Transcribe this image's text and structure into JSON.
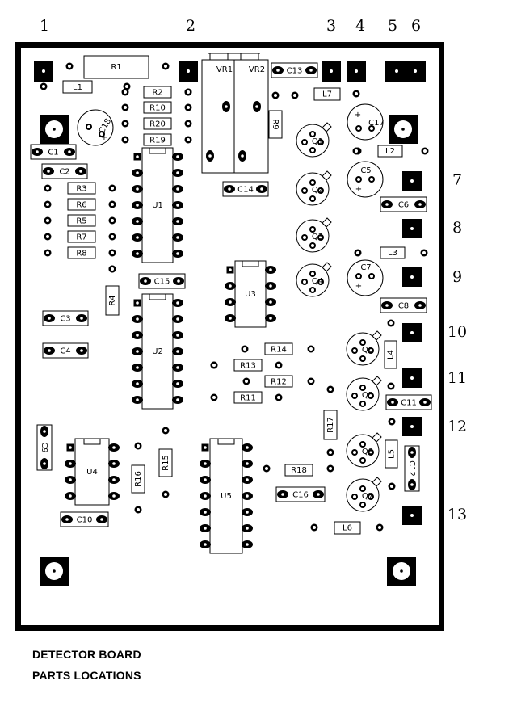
{
  "caption": {
    "line1": "DETECTOR BOARD",
    "line2": "PARTS LOCATIONS"
  },
  "connectors": {
    "top": [
      "1",
      "2",
      "3",
      "4",
      "5",
      "6"
    ],
    "right": [
      "7",
      "8",
      "9",
      "10",
      "11",
      "12",
      "13"
    ]
  },
  "resistors": [
    "R1",
    "R2",
    "R10",
    "R20",
    "R19",
    "R3",
    "R6",
    "R5",
    "R7",
    "R8",
    "R4",
    "R9",
    "R14",
    "R13",
    "R12",
    "R11",
    "R15",
    "R16",
    "R17",
    "R18"
  ],
  "capacitors": [
    "C1",
    "C2",
    "C3",
    "C4",
    "C6",
    "C8",
    "C9",
    "C10",
    "C11",
    "C12",
    "C13",
    "C14",
    "C15",
    "C16",
    "C5",
    "C7",
    "C17",
    "C18"
  ],
  "inductors": [
    "L1",
    "L2",
    "L3",
    "L4",
    "L5",
    "L6",
    "L7"
  ],
  "transistors": [
    "Q1",
    "Q2",
    "Q3",
    "Q4",
    "Q5",
    "Q6",
    "Q7",
    "Q8"
  ],
  "ics": [
    "U1",
    "U2",
    "U3",
    "U4",
    "U5"
  ],
  "trimmers": [
    "VR1",
    "VR2"
  ]
}
